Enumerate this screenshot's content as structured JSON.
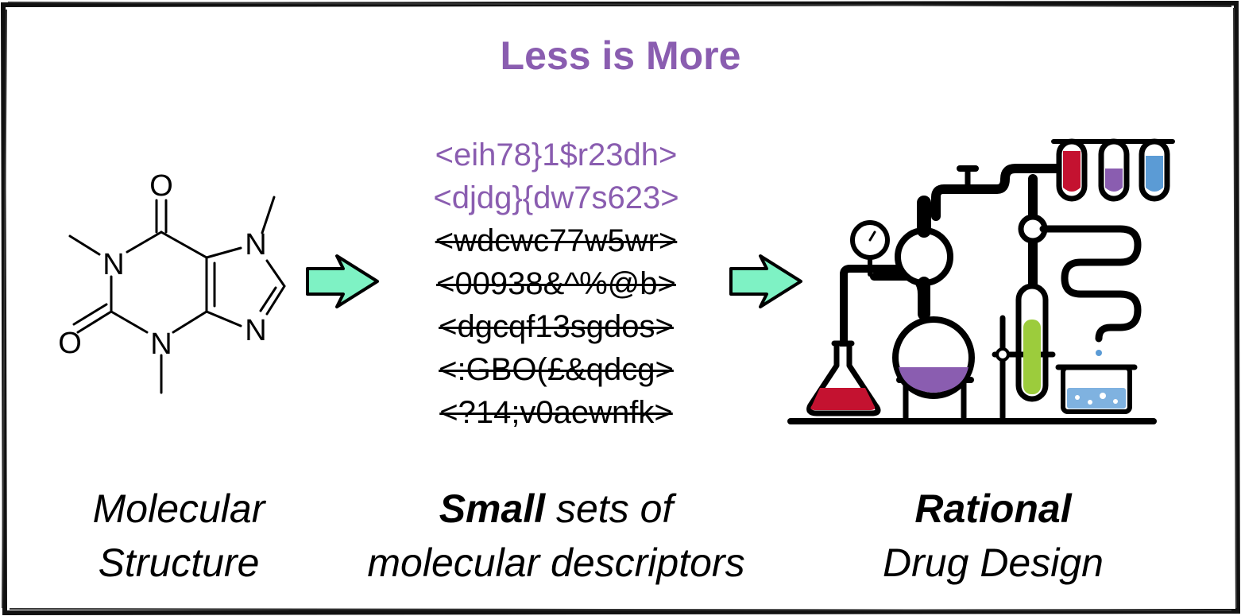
{
  "title": "Less is More",
  "molecule": {
    "atoms": [
      "O",
      "N",
      "N",
      "N",
      "O",
      "N"
    ]
  },
  "descriptors": {
    "kept": [
      "<eih78}1$r23dh>",
      "<djdg}{dw7s623>"
    ],
    "discarded": [
      "<wdcwc77w5wr>",
      "<00938&^%@b>",
      "<dgcqf13sgdos>",
      "<:GBO(£&qdcg>",
      "<?14;v0aewnfk>"
    ]
  },
  "captions": {
    "left": {
      "line1": "Molecular",
      "line2": "Structure"
    },
    "middle": {
      "bold": "Small",
      "rest": " sets of",
      "line2": "molecular descriptors"
    },
    "right": {
      "bold": "Rational",
      "line2": "Drug Design"
    }
  },
  "colors": {
    "accent": "#8a5db0",
    "arrow_fill": "#7ef2c4",
    "flask_red": "#c41230",
    "tube_purple": "#8a5db0",
    "tube_blue": "#5b9bd5",
    "tube_green": "#9ccc3c",
    "beaker_blue": "#7fb2e0"
  },
  "icons": [
    "right-arrow-icon",
    "right-arrow-icon",
    "chemistry-lab-icon"
  ]
}
